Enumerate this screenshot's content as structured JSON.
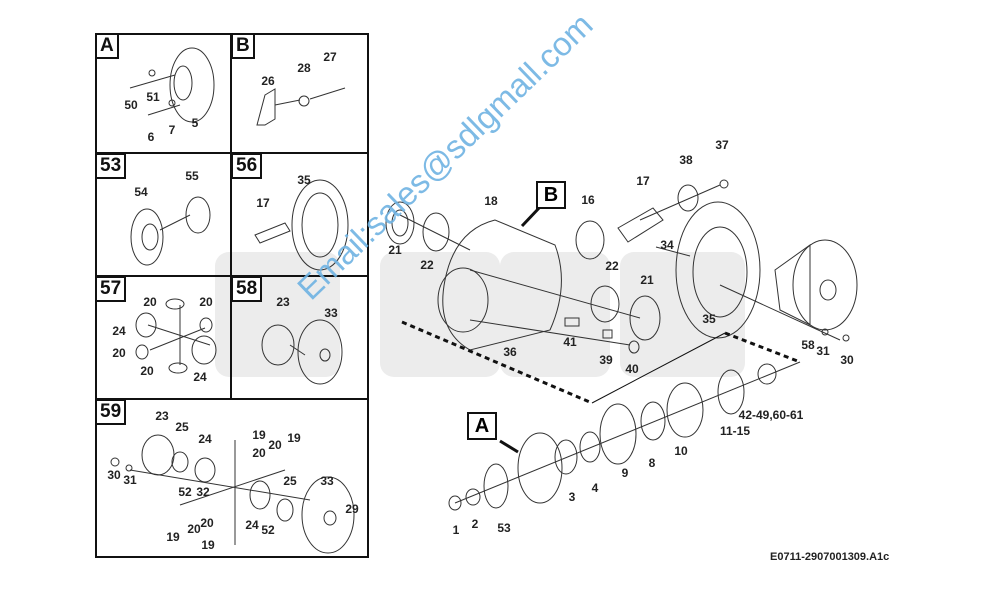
{
  "panels": [
    {
      "tag": "A",
      "labels": [
        "50",
        "51",
        "6",
        "7",
        "5"
      ]
    },
    {
      "tag": "B",
      "labels": [
        "26",
        "28",
        "27"
      ]
    },
    {
      "tag": "53",
      "labels": [
        "54",
        "55"
      ]
    },
    {
      "tag": "56",
      "labels": [
        "17",
        "35"
      ]
    },
    {
      "tag": "57",
      "labels": [
        "20",
        "20",
        "24",
        "20",
        "20",
        "24"
      ]
    },
    {
      "tag": "58",
      "labels": [
        "23",
        "33"
      ]
    },
    {
      "tag": "59",
      "labels": [
        "23",
        "25",
        "24",
        "19",
        "20",
        "20",
        "19",
        "30",
        "31",
        "52",
        "32",
        "25",
        "33",
        "29",
        "20",
        "24",
        "52",
        "20",
        "19",
        "19"
      ]
    }
  ],
  "main": {
    "tag_b": "B",
    "tag_a": "A",
    "labels": [
      "21",
      "22",
      "18",
      "16",
      "17",
      "38",
      "37",
      "34",
      "22",
      "21",
      "35",
      "36",
      "41",
      "39",
      "40",
      "58",
      "31",
      "30"
    ],
    "bottom_labels": [
      "1",
      "2",
      "53",
      "3",
      "4",
      "9",
      "8",
      "10",
      "11-15",
      "42-49,60-61"
    ]
  },
  "watermark": "Email:sales@sdlgmall.com",
  "drawing_code": "E0711-2907001309.A1c",
  "colors": {
    "watermark": "#6fb3e3",
    "line": "#111111",
    "background_logo": "#ececec"
  }
}
